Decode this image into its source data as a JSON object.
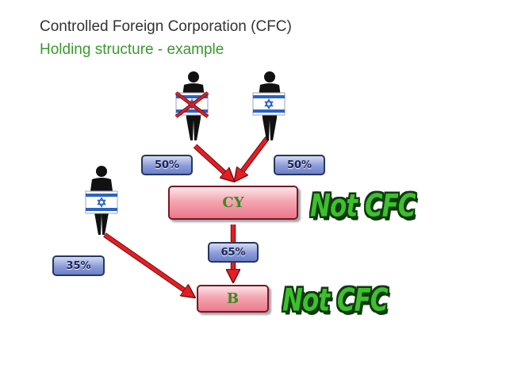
{
  "title": "Controlled Foreign Corporation (CFC)",
  "subtitle": "Holding structure - example",
  "nodes": {
    "cy": "CY",
    "b": "B"
  },
  "percentages": {
    "left_top": "50%",
    "right_top": "50%",
    "cy_to_b": "65%",
    "shareholder_to_b": "35%"
  },
  "status": {
    "cy": "Not CFC",
    "b": "Not CFC"
  },
  "colors": {
    "arrow": "#e31e24",
    "title": "#333333",
    "subtitle": "#3a9a2c",
    "node_fill": "#f5a5b2",
    "pct_fill": "#8c9bda",
    "not_cfc": "#3fbf2e"
  },
  "icons": [
    "person-holding-flag-crossed-out",
    "person-holding-israeli-flag",
    "person-holding-israeli-flag"
  ]
}
